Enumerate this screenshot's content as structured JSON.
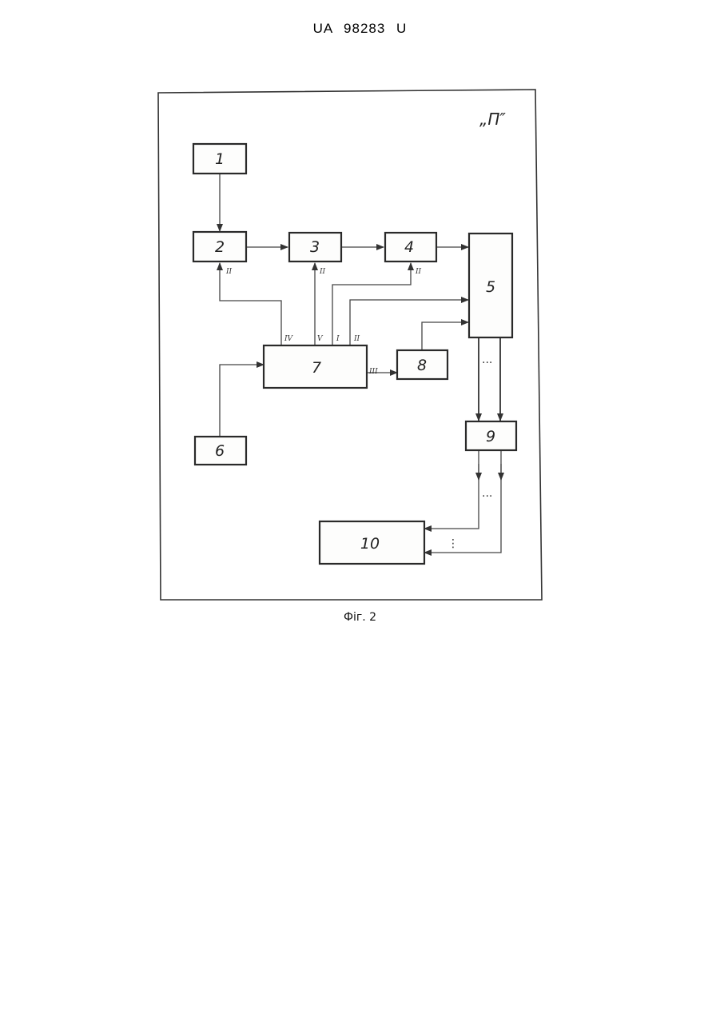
{
  "document": {
    "patent_number": "UA   98283   U",
    "caption": "Фіг. 2",
    "corner_label": "„П″"
  },
  "blocks": [
    {
      "id": "b1",
      "label": "1"
    },
    {
      "id": "b2",
      "label": "2"
    },
    {
      "id": "b3",
      "label": "3"
    },
    {
      "id": "b4",
      "label": "4"
    },
    {
      "id": "b5",
      "label": "5"
    },
    {
      "id": "b6",
      "label": "6"
    },
    {
      "id": "b7",
      "label": "7"
    },
    {
      "id": "b8",
      "label": "8"
    },
    {
      "id": "b9",
      "label": "9"
    },
    {
      "id": "b10",
      "label": "10"
    }
  ],
  "signal_labels": {
    "to_2": "II",
    "to_3": "II",
    "to_4": "II",
    "out_iv": "IV",
    "out_v": "V",
    "out_i": "I",
    "out_ii": "II",
    "out_iii": "III"
  },
  "ellipsis": {
    "h1": "···",
    "h2": "···",
    "v": "⋮"
  }
}
